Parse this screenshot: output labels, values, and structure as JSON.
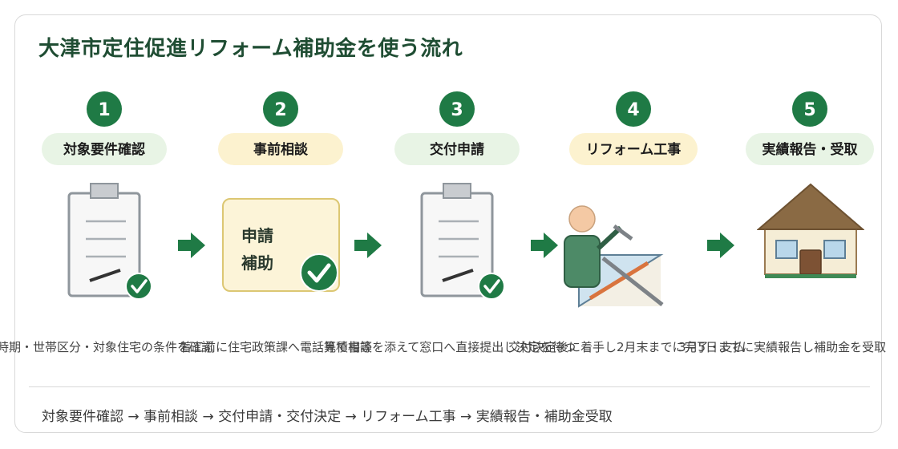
{
  "title": "大津市定住促進リフォーム補助金を使う流れ",
  "steps": [
    {
      "number": "1",
      "label": "対象要件確認",
      "description": "時期・世帯区分・対象住宅の条件を確認"
    },
    {
      "number": "2",
      "label": "事前相談",
      "description": "着工前に住宅政策課へ電話等で相談"
    },
    {
      "number": "3",
      "label": "交付申請",
      "description": "見積書等を添えて窓口へ直接提出し決定を待つ"
    },
    {
      "number": "4",
      "label": "リフォーム工事",
      "description": "交付決定後に着手し2月末までに完了・支払"
    },
    {
      "number": "5",
      "label": "実績報告・受取",
      "description": "3月5日までに実績報告し補助金を受取"
    }
  ],
  "document_text": {
    "line1": "申請",
    "line2": "補助"
  },
  "flow_summary": "対象要件確認 → 事前相談 → 交付申請・交付決定 → リフォーム工事 → 実績報告・補助金受取",
  "colors": {
    "accent": "#1f7a45",
    "title": "#1f4d33",
    "pill_green": "#e8f4e5",
    "pill_yellow": "#fcf2cf"
  }
}
